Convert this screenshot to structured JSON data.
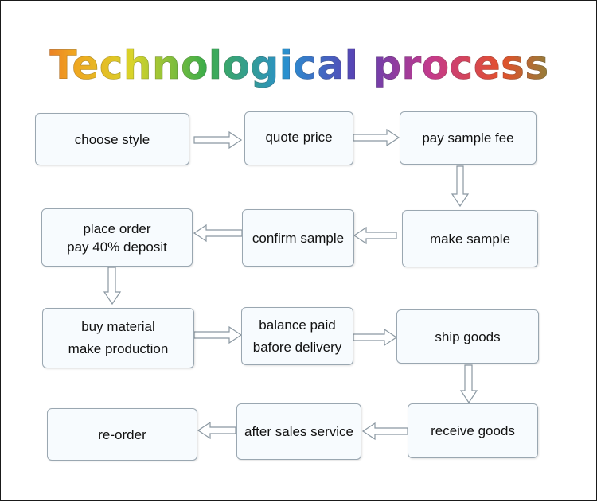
{
  "title": "Technological process",
  "steps": {
    "choose_style": [
      "choose style"
    ],
    "quote_price": [
      "quote price"
    ],
    "pay_sample_fee": [
      "pay sample fee"
    ],
    "make_sample": [
      "make sample"
    ],
    "confirm_sample": [
      "confirm sample"
    ],
    "place_order": [
      "place order",
      "pay 40% deposit"
    ],
    "buy_material": [
      "buy material",
      "make production"
    ],
    "balance_paid": [
      "balance paid",
      "bafore delivery"
    ],
    "ship_goods": [
      "ship goods"
    ],
    "receive_goods": [
      "receive goods"
    ],
    "after_sales": [
      "after sales service"
    ],
    "reorder": [
      "re-order"
    ]
  }
}
